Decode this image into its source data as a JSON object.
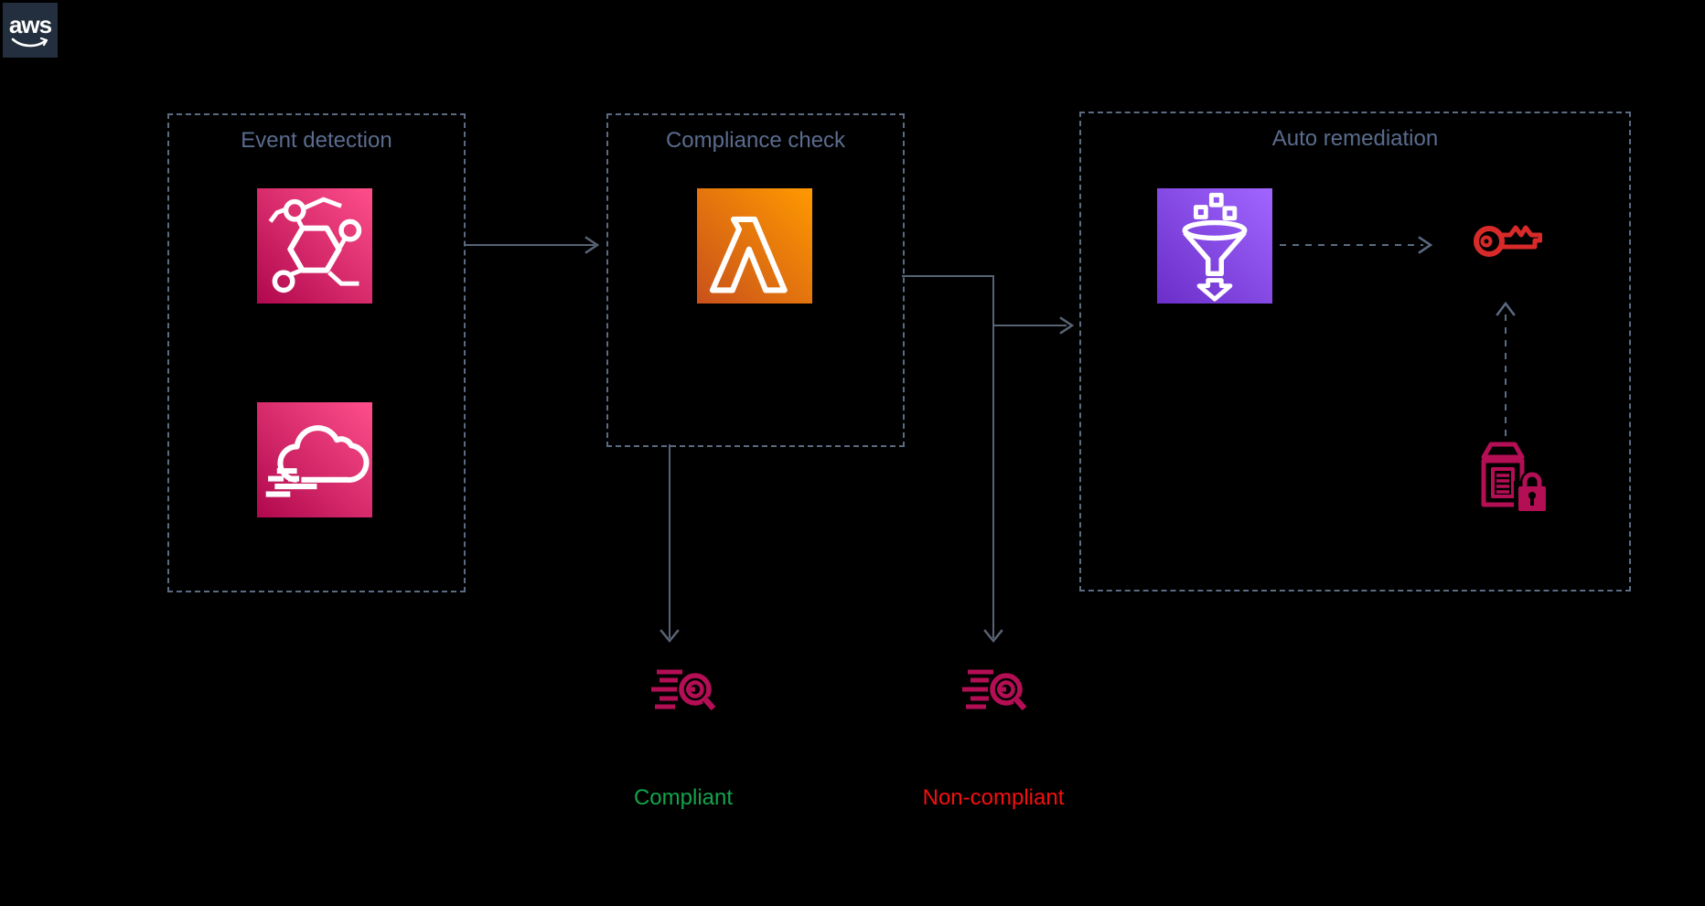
{
  "colors": {
    "bg": "#000000",
    "logo-bg": "#232F3E",
    "logo-fg": "#FFFFFF",
    "dash": "#5A6B82",
    "line": "#586373",
    "title": "#5A6C8E",
    "icon-stroke": "#FFFFFF",
    "pink-1": "#B0084D",
    "pink-2": "#FF4F8B",
    "orange-1": "#C8511B",
    "orange-2": "#FF9900",
    "purple-1": "#6B2EC9",
    "purple-2": "#A166FF",
    "red-key": "#D92A2A",
    "crimson": "#B40E55",
    "green": "#13A44B",
    "red-label": "#F50F0F"
  },
  "logo": {
    "text": "aws"
  },
  "groups": [
    {
      "title": "Event detection"
    },
    {
      "title": "Compliance check"
    },
    {
      "title": "Auto remediation"
    }
  ],
  "icons": {
    "event_detection": [
      "eventbridge-icon",
      "cloudtrail-icon"
    ],
    "compliance_check": [
      "lambda-icon"
    ],
    "auto_remediation": [
      "data-firehose-funnel-icon",
      "access-key-icon",
      "secrets-manager-icon"
    ],
    "outputs": [
      "cloudwatch-logs-icon",
      "cloudwatch-logs-icon"
    ]
  },
  "labels": {
    "compliant": "Compliant",
    "non_compliant": "Non-compliant"
  }
}
